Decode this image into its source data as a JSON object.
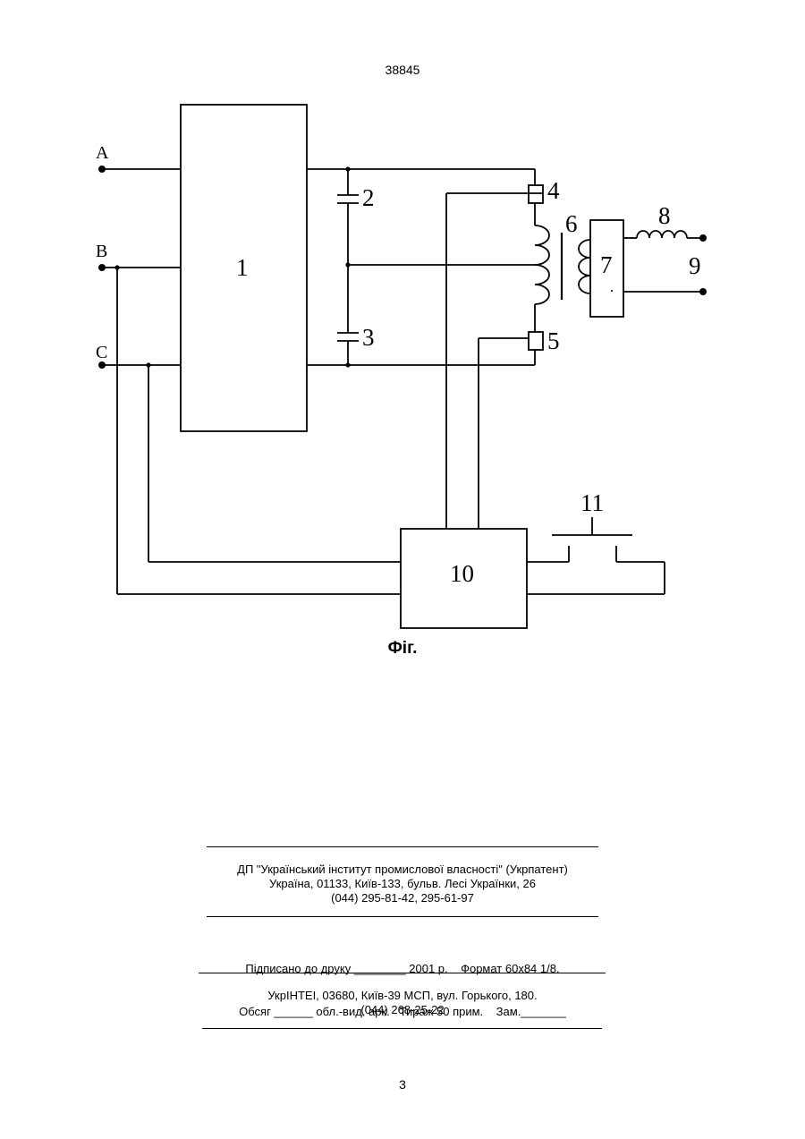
{
  "header": {
    "doc_number": "38845"
  },
  "figure": {
    "caption": "Фіг.",
    "terminals": [
      "A",
      "B",
      "C"
    ],
    "component_labels": [
      "1",
      "2",
      "3",
      "4",
      "5",
      "6",
      "7",
      "8",
      "9",
      "10",
      "11"
    ]
  },
  "imprint": {
    "publisher": [
      "ДП \"Український інститут промислової власності\" (Укрпатент)",
      "Україна, 01133, Київ-133, бульв. Лесі Українки, 26",
      "(044) 295-81-42, 295-61-97"
    ],
    "print_info": [
      "Підписано до друку ________ 2001 р.    Формат 60х84 1/8.",
      "Обсяг ______ обл.-вид. арк.   Тираж 50 прим.    Зам._______"
    ],
    "printer": [
      "УкрІНТЕІ, 03680, Київ-39 МСП, вул. Горького, 180.",
      "(044) 268-25-22"
    ]
  },
  "footer": {
    "page_number": "3"
  }
}
